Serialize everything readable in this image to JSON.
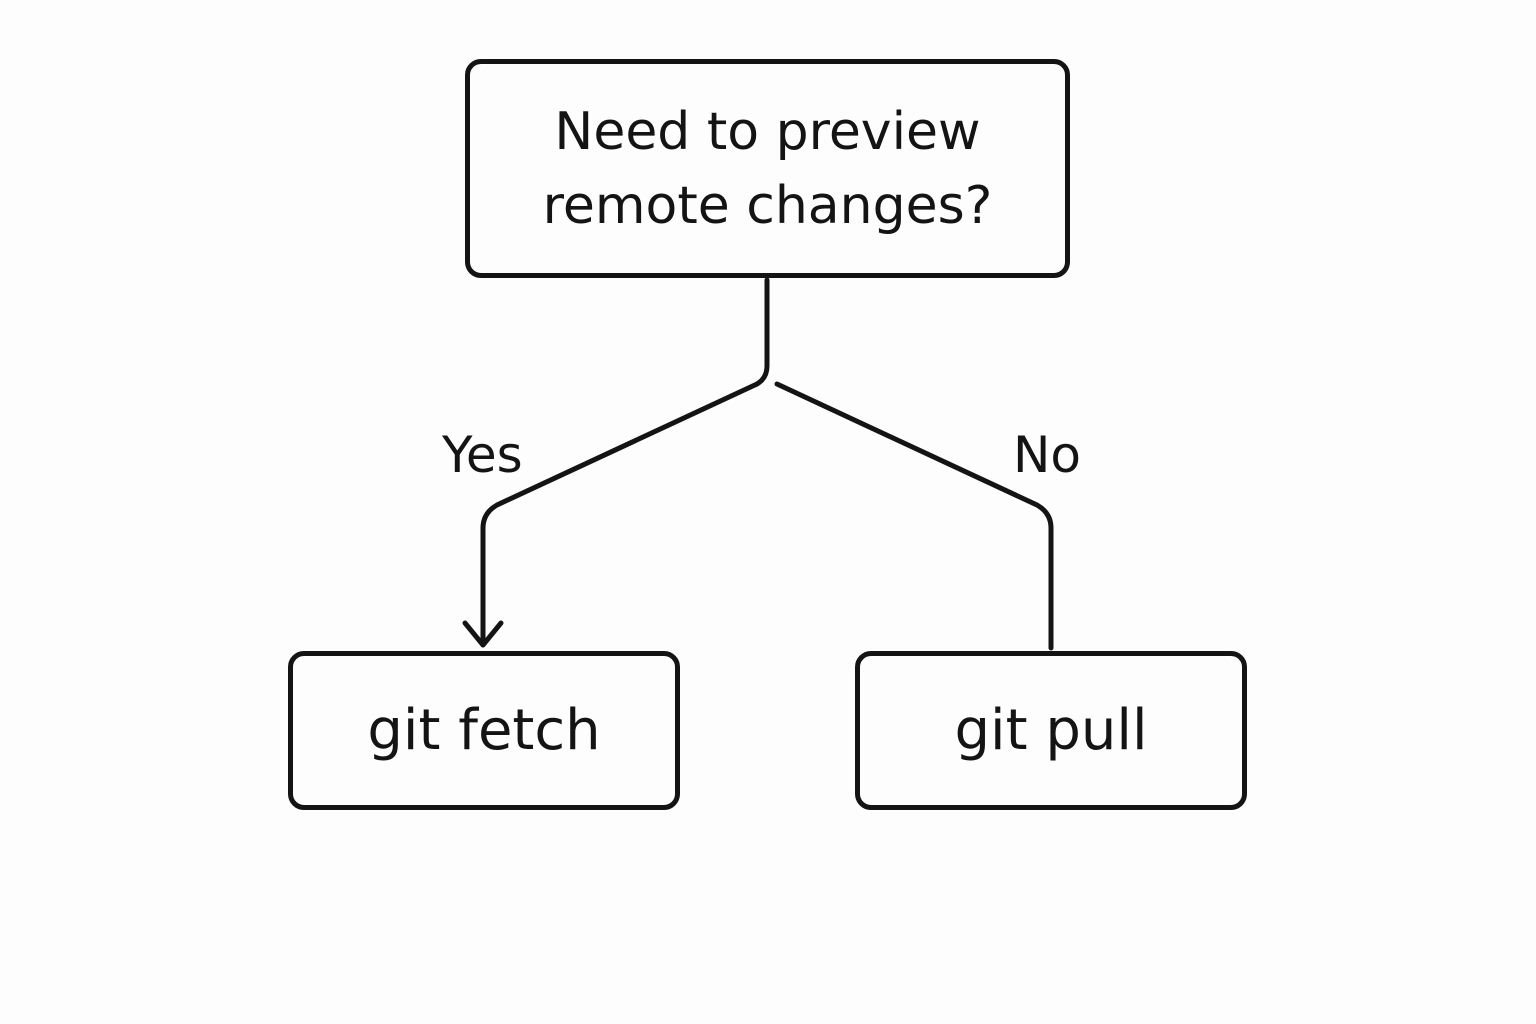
{
  "diagram": {
    "decision": {
      "line1": "Need to preview",
      "line2": "remote changes?"
    },
    "branches": {
      "yes_label": "Yes",
      "no_label": "No"
    },
    "outcomes": {
      "yes": "git fetch",
      "no": "git pull"
    },
    "colors": {
      "stroke": "#141414",
      "background": "#fdfdfd"
    }
  }
}
